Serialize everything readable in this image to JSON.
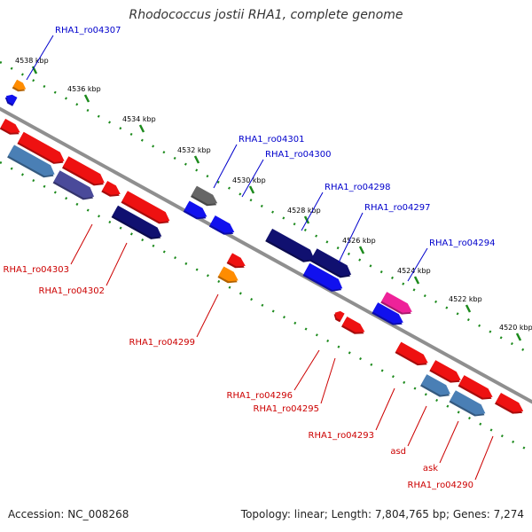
{
  "header": {
    "title": "Rhodococcus jostii RHA1, complete genome"
  },
  "footer": {
    "accession_label": "Accession:",
    "accession": "NC_008268",
    "topology_label": "Topology:",
    "topology": "linear",
    "length_label": "Length:",
    "length": "7,804,765 bp",
    "genes_label": "Genes:",
    "genes": "7,274"
  },
  "colors": {
    "backbone": "#8f8f8f",
    "tick": "#1c8a1c",
    "tick_label": "#000000",
    "forward_label": "#0000cc",
    "reverse_label": "#cc0000",
    "red": "#ee1111",
    "blue": "#1111ee",
    "navy": "#101070",
    "steel": "#4a7fb5",
    "slate": "#4a4a9a",
    "orange": "#ff8c00",
    "magenta": "#ee2299",
    "gray": "#666666"
  },
  "ruler": {
    "ticks": [
      "4538 kbp",
      "4536 kbp",
      "4534 kbp",
      "4532 kbp",
      "4530 kbp",
      "4528 kbp",
      "4526 kbp",
      "4524 kbp",
      "4522 kbp",
      "4520 kbp"
    ]
  },
  "genes_forward": [
    {
      "label": "RHA1_ro04307",
      "color": "orange"
    },
    {
      "label": "",
      "color": "blue"
    },
    {
      "label": "RHA1_ro04301",
      "color": "gray"
    },
    {
      "label": "RHA1_ro04300",
      "color": "blue"
    },
    {
      "label": "",
      "color": "blue"
    },
    {
      "label": "RHA1_ro04298",
      "color": "navy"
    },
    {
      "label": "",
      "color": "navy"
    },
    {
      "label": "RHA1_ro04297",
      "color": "blue"
    },
    {
      "label": "RHA1_ro04294",
      "color": "magenta"
    },
    {
      "label": "",
      "color": "blue"
    }
  ],
  "genes_reverse": [
    {
      "label": "",
      "color": "red"
    },
    {
      "label": "",
      "color": "red"
    },
    {
      "label": "",
      "color": "red"
    },
    {
      "label": "",
      "color": "red"
    },
    {
      "label": "RHA1_ro04303",
      "color": "red"
    },
    {
      "label": "",
      "color": "red"
    },
    {
      "label": "",
      "color": "steel"
    },
    {
      "label": "",
      "color": "slate"
    },
    {
      "label": "RHA1_ro04302",
      "color": "navy"
    },
    {
      "label": "",
      "color": "red"
    },
    {
      "label": "RHA1_ro04299",
      "color": "orange"
    },
    {
      "label": "RHA1_ro04296",
      "color": "red"
    },
    {
      "label": "RHA1_ro04295",
      "color": "red"
    },
    {
      "label": "RHA1_ro04293",
      "color": "red"
    },
    {
      "label": "asd",
      "color": "red"
    },
    {
      "label": "",
      "color": "red"
    },
    {
      "label": "",
      "color": "red"
    },
    {
      "label": "ask",
      "color": "steel"
    },
    {
      "label": "",
      "color": "steel"
    },
    {
      "label": "RHA1_ro04290",
      "color": "red"
    }
  ]
}
